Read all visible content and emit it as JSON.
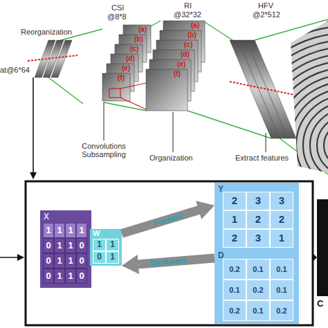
{
  "diagram": {
    "nodes": [
      {
        "text": [
          "X"
        ]
      },
      {
        "text": [
          "W"
        ]
      },
      {
        "text": [
          "Y"
        ]
      },
      {
        "text": [
          "D"
        ]
      },
      {
        "text": [
          "C"
        ]
      }
    ],
    "edges": [
      {
        "from": 1,
        "to": 2,
        "label": "Forward",
        "arrow": "to"
      },
      {
        "from": 3,
        "to": 1,
        "label": "Backward",
        "arrow": "to"
      }
    ],
    "labels": [
      "Reorganization",
      "at@6*64",
      "CSI",
      "@8*8",
      "RI",
      "@32*32",
      "HFV",
      "@2*512",
      "(a)",
      "(b)",
      "(c)",
      "(d)",
      "(e)",
      "(f)",
      "(a)",
      "(b)",
      "(c)",
      "(d)",
      "(e)",
      "(f)",
      "Convolutions Subsampling",
      "Organization",
      "Extract features",
      "1",
      "1",
      "1",
      "1",
      "0",
      "1",
      "1",
      "0",
      "0",
      "1",
      "1",
      "0",
      "0",
      "1",
      "1",
      "0",
      "1",
      "1",
      "0",
      "1",
      "2",
      "3",
      "3",
      "1",
      "2",
      "2",
      "2",
      "3",
      "1",
      "0.2",
      "0.1",
      "0.1",
      "0.1",
      "0.2",
      "0.1",
      "0.2",
      "0.1",
      "0.2"
    ]
  }
}
